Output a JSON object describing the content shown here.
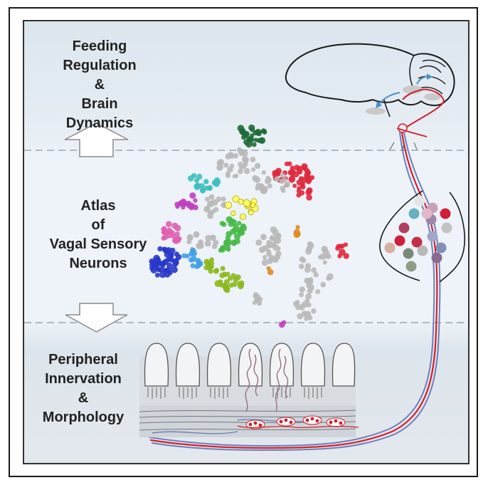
{
  "sections": {
    "top": {
      "lines": [
        "Feeding",
        "Regulation",
        "&",
        "Brain",
        "Dynamics"
      ]
    },
    "middle": {
      "lines": [
        "Atlas",
        "of",
        "Vagal Sensory",
        "Neurons"
      ]
    },
    "bottom": {
      "lines": [
        "Peripheral",
        "Innervation",
        "&",
        "Morphology"
      ]
    }
  },
  "colors": {
    "nerve_red": "#d0202e",
    "nerve_blue": "#6f7fb8",
    "arrow_blue": "#4a90c8",
    "cluster_grey": "#b9b9b9"
  },
  "clusters": [
    {
      "name": "dark-green",
      "color": "#1f6b3a"
    },
    {
      "name": "red",
      "color": "#e0283c"
    },
    {
      "name": "yellow",
      "color": "#e8e000"
    },
    {
      "name": "cyan",
      "color": "#3cbfbf"
    },
    {
      "name": "magenta",
      "color": "#c040c0"
    },
    {
      "name": "pink",
      "color": "#e060b0"
    },
    {
      "name": "blue",
      "color": "#2838c8"
    },
    {
      "name": "light-blue",
      "color": "#40a0e0"
    },
    {
      "name": "olive",
      "color": "#8cb820"
    },
    {
      "name": "green",
      "color": "#48b848"
    },
    {
      "name": "orange",
      "color": "#e08a20"
    },
    {
      "name": "grey",
      "color": "#b9b9b9"
    }
  ],
  "ganglion_cells": [
    {
      "color": "#e3e3e3"
    },
    {
      "color": "#c8a0b8"
    },
    {
      "color": "#d01e38"
    },
    {
      "color": "#66b0c0"
    },
    {
      "color": "#9e86aa"
    },
    {
      "color": "#c2c2c2"
    },
    {
      "color": "#b04060"
    },
    {
      "color": "#d01e38"
    },
    {
      "color": "#a0a8c8"
    },
    {
      "color": "#c43048"
    },
    {
      "color": "#d8b0a0"
    },
    {
      "color": "#7a8a78"
    },
    {
      "color": "#b9b9b9"
    },
    {
      "color": "#8090b8"
    },
    {
      "color": "#8a6a90"
    },
    {
      "color": "#909c88"
    },
    {
      "color": "#e0b8c8"
    }
  ]
}
